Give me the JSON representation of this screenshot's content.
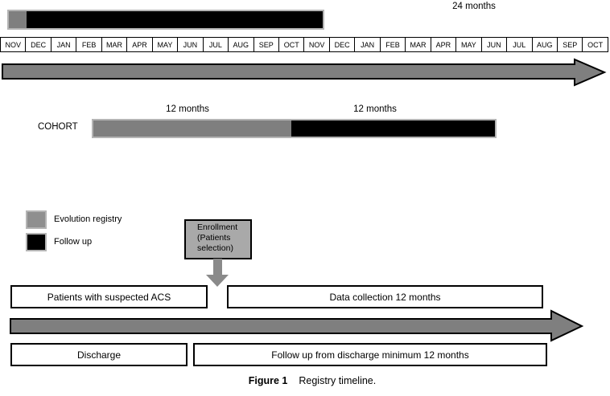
{
  "colors": {
    "evolution_gray": "#7f7f7f",
    "followup_black": "#000000",
    "arrow_gray": "#7f7f7f",
    "light_border": "#b4b4b4",
    "enrollment_fill": "#a9a9a9"
  },
  "timeline": {
    "total_duration_label": "24 months",
    "months": [
      "NOV",
      "DEC",
      "JAN",
      "FEB",
      "MAR",
      "APR",
      "MAY",
      "JUN",
      "JUL",
      "AUG",
      "SEP",
      "OCT",
      "NOV",
      "DEC",
      "JAN",
      "FEB",
      "MAR",
      "APR",
      "MAY",
      "JUN",
      "JUL",
      "AUG",
      "SEP",
      "OCT"
    ]
  },
  "cohort": {
    "label": "COHORT",
    "registry_duration_label": "12 months",
    "followup_duration_label": "12 months"
  },
  "legend": {
    "items": [
      {
        "label": "Evolution registry"
      },
      {
        "label": "Follow up"
      }
    ]
  },
  "flow": {
    "enrollment_note": "Enrollment\n(Patients\nselection)",
    "patients_label": "Patients with suspected ACS",
    "data_collection_label": "Data collection 12 months",
    "discharge_label": "Discharge",
    "followup_label": "Follow up from discharge minimum 12 months"
  },
  "caption": {
    "label": "Figure 1",
    "text": "Registry timeline."
  }
}
